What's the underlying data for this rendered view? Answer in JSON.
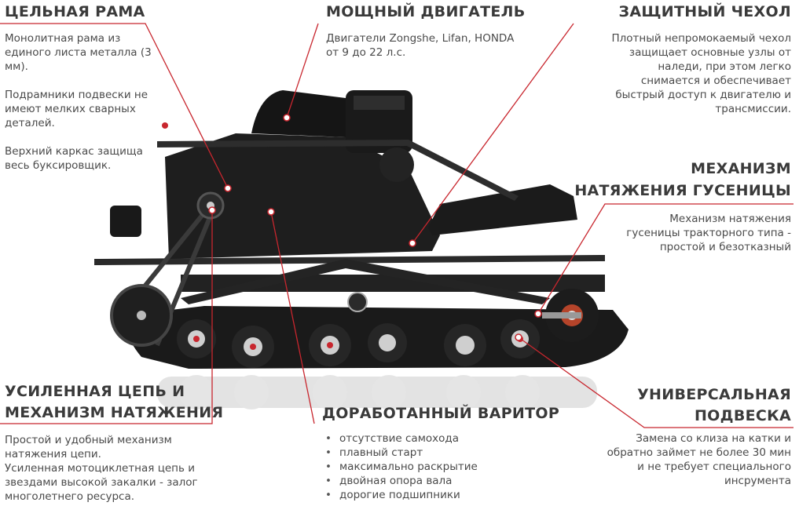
{
  "features": {
    "frame": {
      "title": "ЦЕЛЬНАЯ РАМА",
      "p1": "Монолитная рама из единого листа металла (3 мм).",
      "p2": "Подрамники подвески не имеют мелких сварных деталей.",
      "p3": "Верхний каркас защища весь буксировщик."
    },
    "engine": {
      "title": "МОЩНЫЙ ДВИГАТЕЛЬ",
      "text": "Двигатели Zongshe, Lifan, HONDA от 9 до 22 л.с."
    },
    "cover": {
      "title": "ЗАЩИТНЫЙ ЧЕХОЛ",
      "text": "Плотный непромокаемый чехол защищает основные узлы от наледи, при этом легко снимается и обеспечивает быстрый доступ к двигателю и трансмиссии."
    },
    "tension": {
      "title_line1": "МЕХАНИЗМ",
      "title_line2": "НАТЯЖЕНИЯ ГУСЕНИЦЫ",
      "text": "Механизм натяжения гусеницы тракторного типа - простой и безотказный"
    },
    "chain": {
      "title_line1": "УСИЛЕННАЯ ЦЕПЬ И",
      "title_line2": "МЕХАНИЗМ НАТЯЖЕНИЯ",
      "p1": "Простой и удобный механизм натяжения цепи.",
      "p2": "Усиленная мотоциклетная цепь  и звездами высокой закалки - залог многолетнего ресурса."
    },
    "variator": {
      "title": "ДОРАБОТАННЫЙ ВАРИТОР",
      "bullets": [
        "отсутствие самохода",
        "плавный старт",
        "максимально раскрытие",
        "двойная опора вала",
        "дорогие подшипники"
      ]
    },
    "suspension": {
      "title_line1": "УНИВЕРСАЛЬНАЯ",
      "title_line2": "ПОДВЕСКА",
      "text": "Замена со клиза на катки и обратно займет не более 30 мин и не требует специального инсрумента"
    }
  },
  "colors": {
    "accent": "#c8262e",
    "heading": "#3a3a3a",
    "text": "#4a4a4a",
    "machine": "#1e1e1e"
  }
}
